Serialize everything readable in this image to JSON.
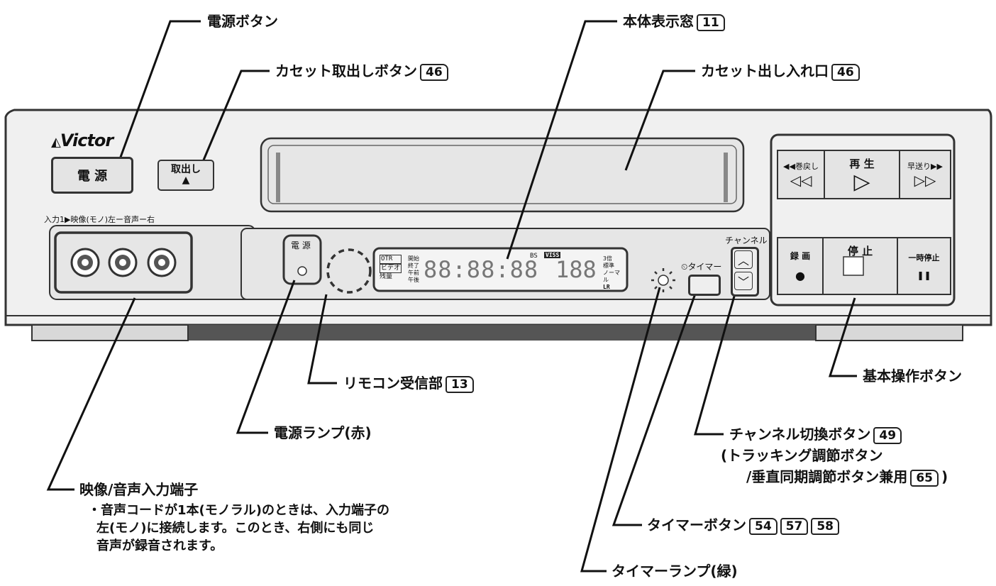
{
  "callouts": {
    "power_button": "電源ボタン",
    "eject_button": "カセット取出しボタン",
    "eject_ref": "46",
    "display_window": "本体表示窓",
    "display_ref": "11",
    "cassette_slot": "カセット出し入れ口",
    "cassette_ref": "46",
    "remote_sensor": "リモコン受信部",
    "remote_ref": "13",
    "basic_buttons": "基本操作ボタン",
    "power_lamp": "電源ランプ(赤)",
    "channel_button": "チャンネル切換ボタン",
    "channel_ref": "49",
    "tracking_line": "(トラッキング調節ボタン",
    "vertical_line": "/垂直同期調節ボタン兼用",
    "vertical_ref": "65",
    "vertical_close": ")",
    "input_jacks": "映像/音声入力端子",
    "input_note_1": "・音声コードが1本(モノラル)のときは、入力端子の",
    "input_note_2": "左(モノ)に接続します。このとき、右側にも同じ",
    "input_note_3": "音声が録音されます。",
    "timer_button": "タイマーボタン",
    "timer_ref_1": "54",
    "timer_ref_2": "57",
    "timer_ref_3": "58",
    "timer_lamp": "タイマーランプ(緑)"
  },
  "panel": {
    "brand": "Victor",
    "power_label": "電 源",
    "eject_label": "取出し",
    "eject_icon": "▲",
    "input_label": "入力1▶映像(モノ)左ー音声ー右",
    "power_lamp_label": "電 源",
    "rewind_label": "◀◀巻戻し",
    "rewind_icon": "◁◁",
    "play_label": "再 生",
    "play_icon": "▷",
    "ff_label": "早送り▶▶",
    "ff_icon": "▷▷",
    "rec_label": "録 画",
    "rec_icon": "●",
    "stop_label": "停 止",
    "pause_label": "一時停止",
    "pause_icon": "❚❚",
    "channel_label": "チャンネル",
    "channel_up_icon": "︿",
    "channel_down_icon": "﹀",
    "timer_label": "⏲タイマー",
    "display": {
      "otr": "OTR",
      "video": "ビデオ",
      "remain": "残量",
      "start": "開始",
      "end": "終了",
      "am": "午前",
      "pm": "午後",
      "time": "88:88:88",
      "bs": "BS",
      "vhs": "VISS",
      "channel": "188",
      "triple": "3倍",
      "standard": "標準",
      "normal": "ノーマル",
      "lr": "LR"
    }
  }
}
